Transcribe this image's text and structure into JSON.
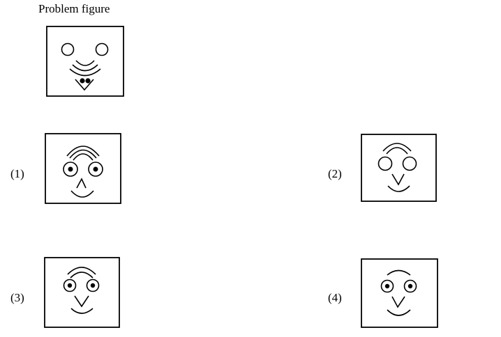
{
  "title": "Problem figure",
  "options": [
    {
      "label": "(1)"
    },
    {
      "label": "(2)"
    },
    {
      "label": "(3)"
    },
    {
      "label": "(4)"
    }
  ],
  "colors": {
    "ink": "#000000",
    "background": "#ffffff"
  }
}
